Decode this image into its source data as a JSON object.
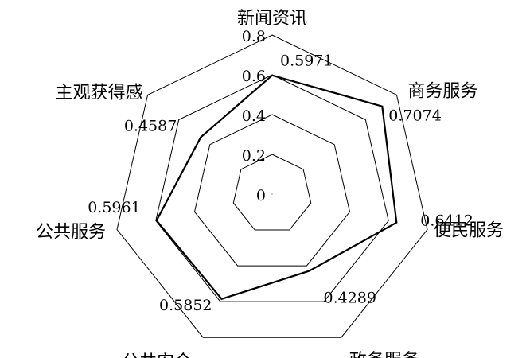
{
  "chart_data": {
    "type": "radar",
    "categories": [
      "新闻资讯",
      "商务服务",
      "便民服务",
      "政务服务",
      "公共安全",
      "公共服务",
      "主观获得感"
    ],
    "series": [
      {
        "values": [
          0.5971,
          0.7074,
          0.6412,
          0.4289,
          0.5852,
          0.5961,
          0.4587
        ],
        "color": "#000000"
      }
    ],
    "value_labels": [
      "0.5971",
      "0.7074",
      "0.6412",
      "0.4289",
      "0.5852",
      "0.5961",
      "0.4587"
    ],
    "r_ticks": [
      {
        "value": 0,
        "label": "0"
      },
      {
        "value": 0.2,
        "label": "0.2"
      },
      {
        "value": 0.4,
        "label": "0.4"
      },
      {
        "value": 0.6,
        "label": "0.6"
      },
      {
        "value": 0.8,
        "label": "0.8"
      }
    ],
    "rlim": [
      0,
      0.8
    ],
    "grid": true,
    "legend": "none"
  }
}
